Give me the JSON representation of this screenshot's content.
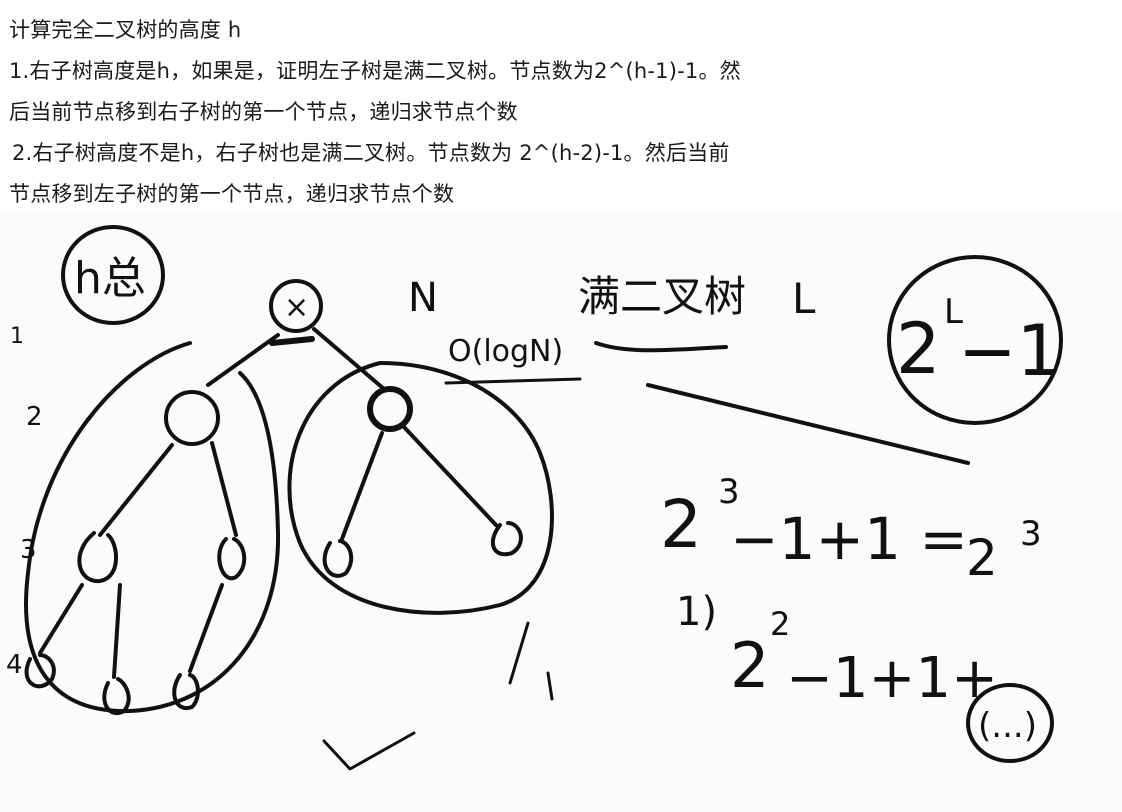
{
  "document": {
    "lines": [
      "计算完全二叉树的高度 h",
      "1.右子树高度是h，如果是，证明左子树是满二叉树。节点数为2^(h-1)-1。然",
      "后当前节点移到右子树的第一个节点，递归求节点个数",
      " 2.右子树高度不是h，右子树也是满二叉树。节点数为 2^(h-2)-1。然后当前",
      "节点移到左子树的第一个节点，递归求节点个数"
    ]
  },
  "whiteboard": {
    "total_height_label": "h总",
    "level_numbers": [
      "1",
      "2",
      "3",
      "4"
    ],
    "root_mark": "×",
    "n_label": "N",
    "complexity_label": "O(logN)",
    "full_tree_label": "满二叉树",
    "height_var": "L",
    "formula_base": "2",
    "formula_exp": "L",
    "formula_tail": "−1",
    "eq1_left": "2",
    "eq1_exp": "3",
    "eq1_mid": "−1+1 = ",
    "eq1_right": "2",
    "eq1_right_exp": "3",
    "eq2_base": "2",
    "eq2_exp": "2",
    "eq2_mid": "−1+1+",
    "eq2_paren": "(...)"
  }
}
